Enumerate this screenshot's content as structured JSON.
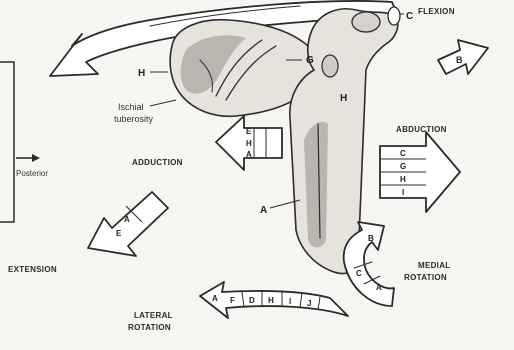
{
  "labels": {
    "flexion": "FLEXION",
    "abduction_right": "ABDUCTION",
    "adduction": "ADDUCTION",
    "extension": "EXTENSION",
    "medial_line1": "MEDIAL",
    "medial_line2": "ROTATION",
    "lateral_line1": "LATERAL",
    "lateral_line2": "ROTATION",
    "ischial_line1": "Ischial",
    "ischial_line2": "tuberosity",
    "posterior": "Posterior"
  },
  "letters": {
    "c": "C",
    "h_left": "H",
    "g": "G",
    "h_mid": "H",
    "a_shaft": "A",
    "flexion_arrow": "B",
    "adduction_arrow": [
      "E",
      "H",
      "A"
    ],
    "abduction_arrow": [
      "C",
      "G",
      "H",
      "I"
    ],
    "extension_arrow": [
      "A",
      "E"
    ],
    "medial_arrow": [
      "B",
      "C",
      "A"
    ],
    "lateral_arrow": [
      "A",
      "F",
      "D",
      "H",
      "I",
      "J"
    ]
  }
}
